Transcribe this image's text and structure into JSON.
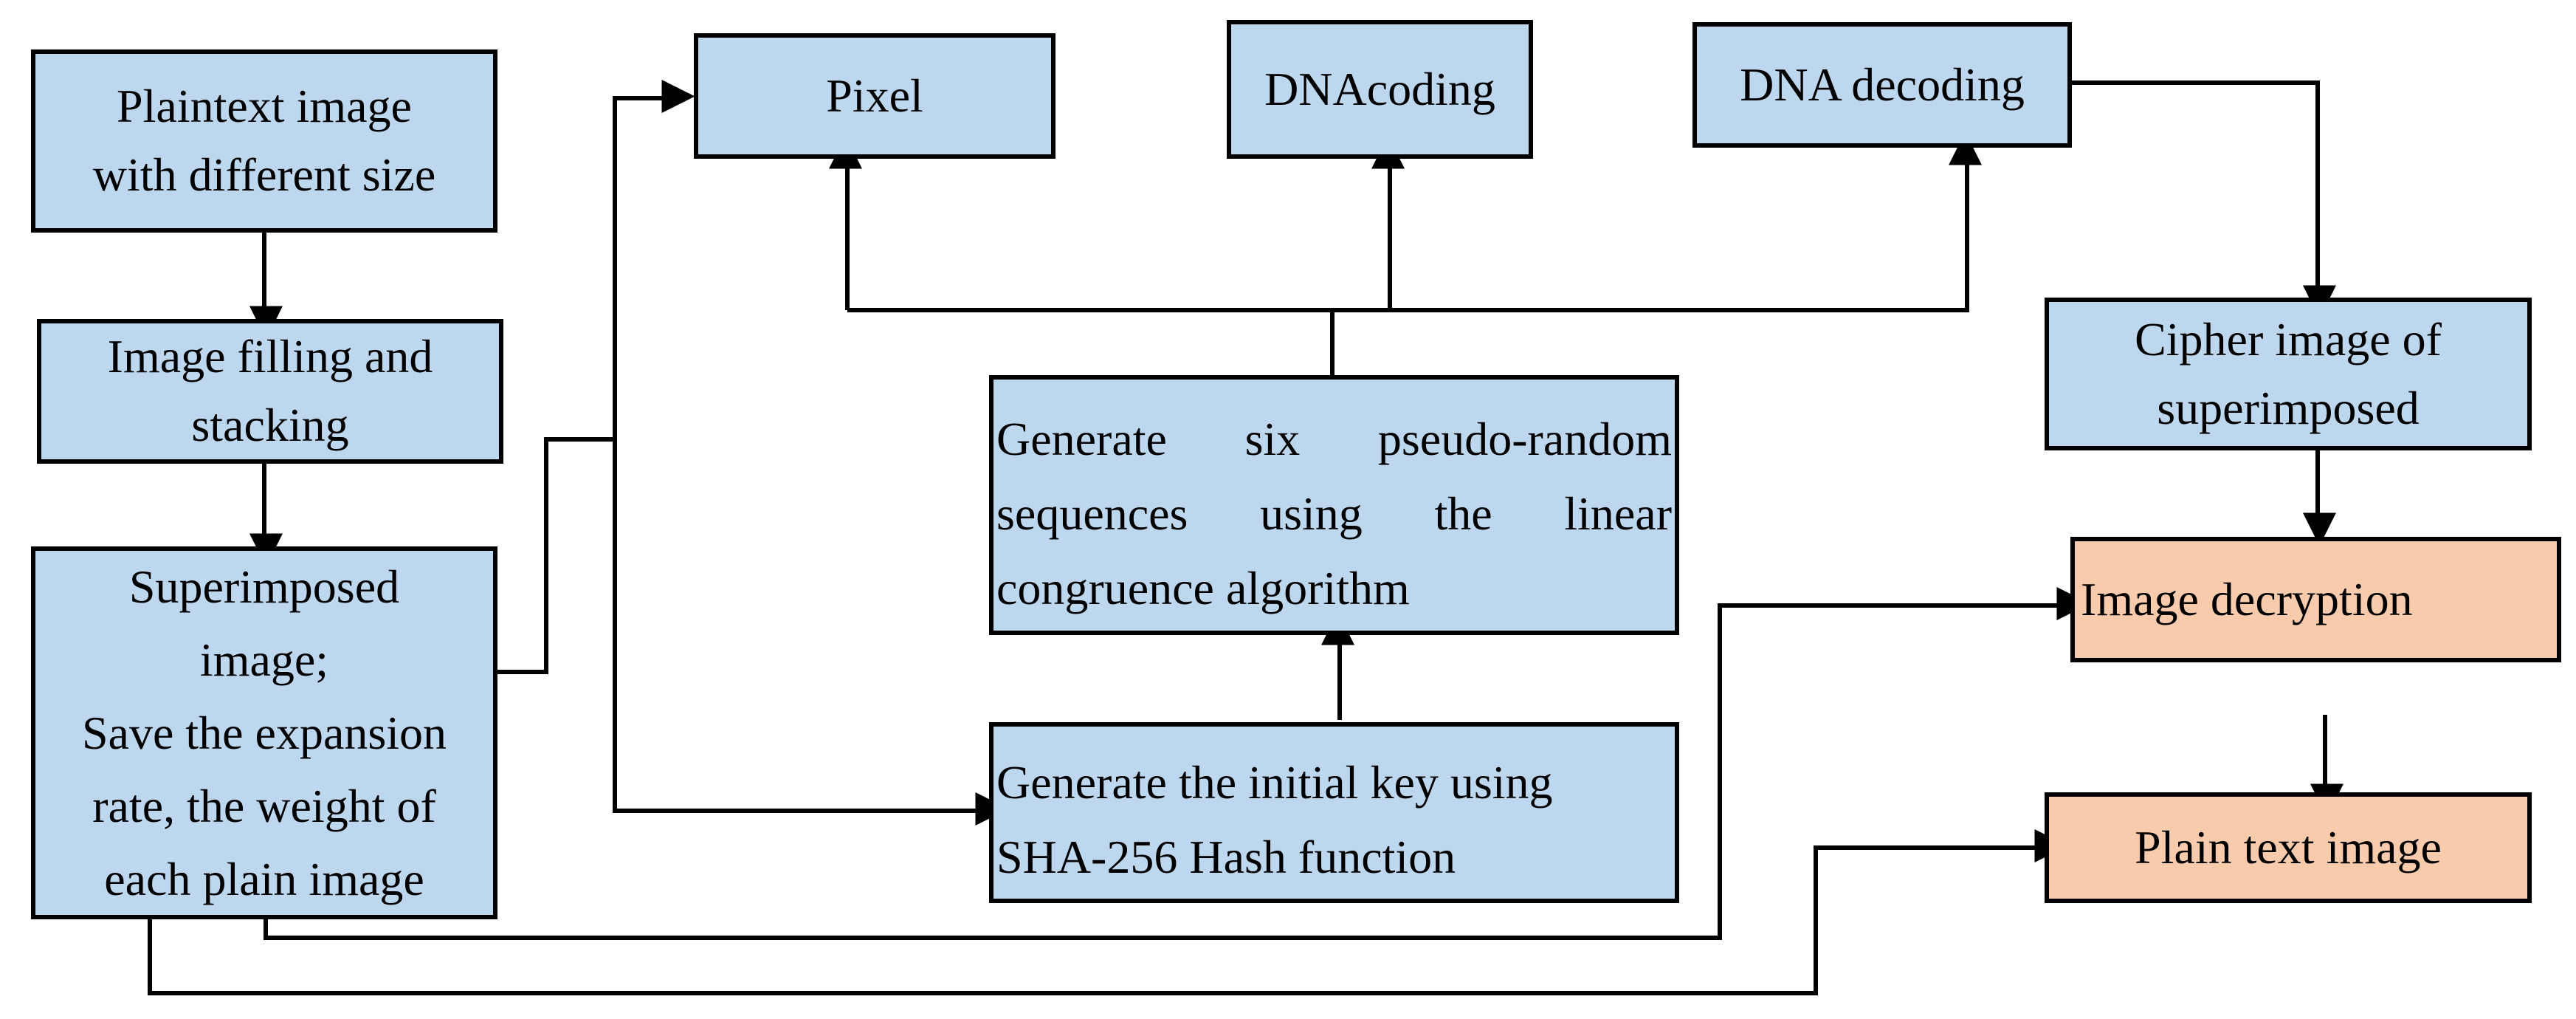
{
  "diagram": {
    "nodes": {
      "plaintext": {
        "lines": [
          "Plaintext image",
          "with different size"
        ]
      },
      "filling": {
        "lines": [
          "Image filling and",
          "stacking"
        ]
      },
      "superimposed": {
        "lines": [
          "Superimposed",
          "image;",
          "Save the expansion",
          "rate, the weight of",
          "each plain image"
        ]
      },
      "pixel": {
        "text": "Pixel"
      },
      "dnacoding": {
        "text": "DNAcoding"
      },
      "dnadecoding": {
        "text": "DNA decoding"
      },
      "generate_six": {
        "lines": [
          "Generate six pseudo-random",
          "sequences using the linear",
          "congruence algorithm"
        ]
      },
      "generate_key": {
        "lines": [
          "Generate the initial key using",
          "SHA-256 Hash function"
        ]
      },
      "cipher": {
        "lines": [
          "Cipher image of",
          "superimposed"
        ]
      },
      "decryption": {
        "text": "Image decryption"
      },
      "plain_text_image": {
        "text": "Plain text image"
      }
    },
    "colors": {
      "process_fill": "#bdd7ee",
      "output_fill": "#f8cbad",
      "stroke": "#000000"
    }
  }
}
